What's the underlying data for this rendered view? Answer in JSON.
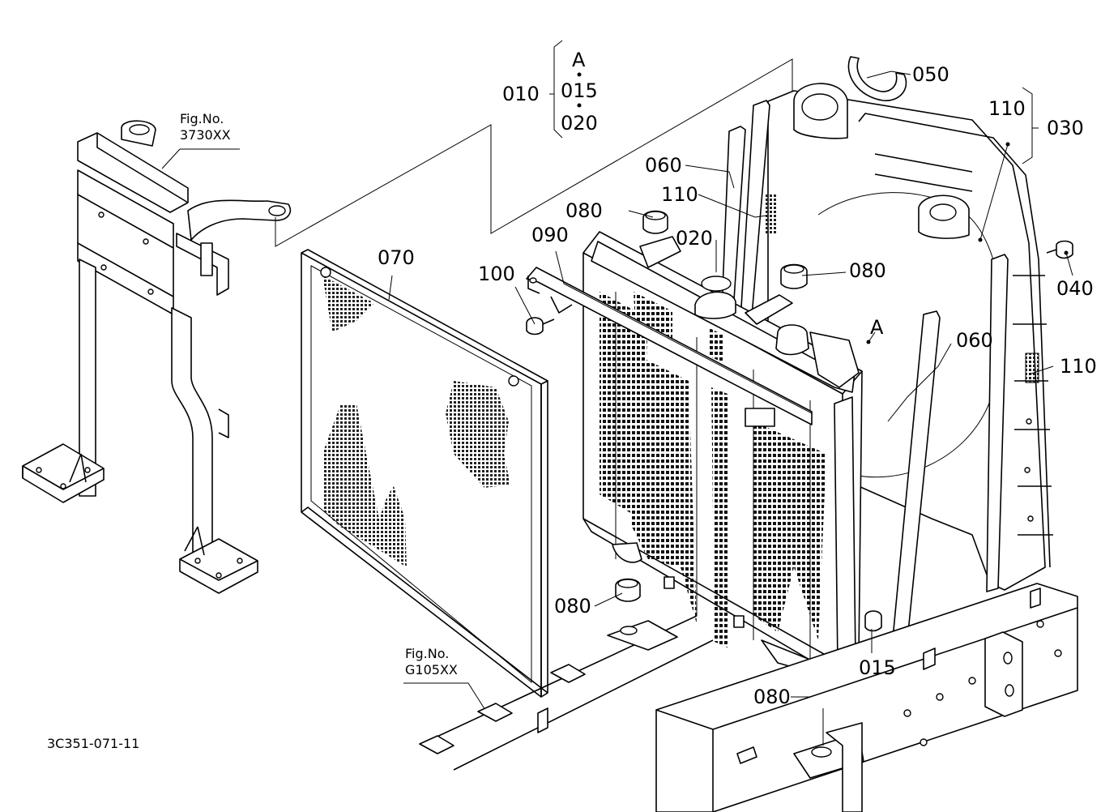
{
  "diagram_code": "3C351-071-11",
  "references": [
    {
      "id": "fig-3730",
      "prefix": "Fig.No.",
      "number": "3730XX"
    },
    {
      "id": "fig-g105",
      "prefix": "Fig.No.",
      "number": "G105XX"
    }
  ],
  "group_010": {
    "label": "010",
    "members": [
      "A",
      "015",
      "020"
    ]
  },
  "group_030": {
    "label": "030",
    "members": [
      "110"
    ]
  },
  "callouts": {
    "p050": "050",
    "p060_top": "060",
    "p110_top": "110",
    "p080_top": "080",
    "p090": "090",
    "p020": "020",
    "p070": "070",
    "p100": "100",
    "p080_mid": "080",
    "p040": "040",
    "p_A": "A",
    "p060_right": "060",
    "p110_right": "110",
    "p080_low": "080",
    "p015": "015",
    "p080_bottom": "080"
  }
}
